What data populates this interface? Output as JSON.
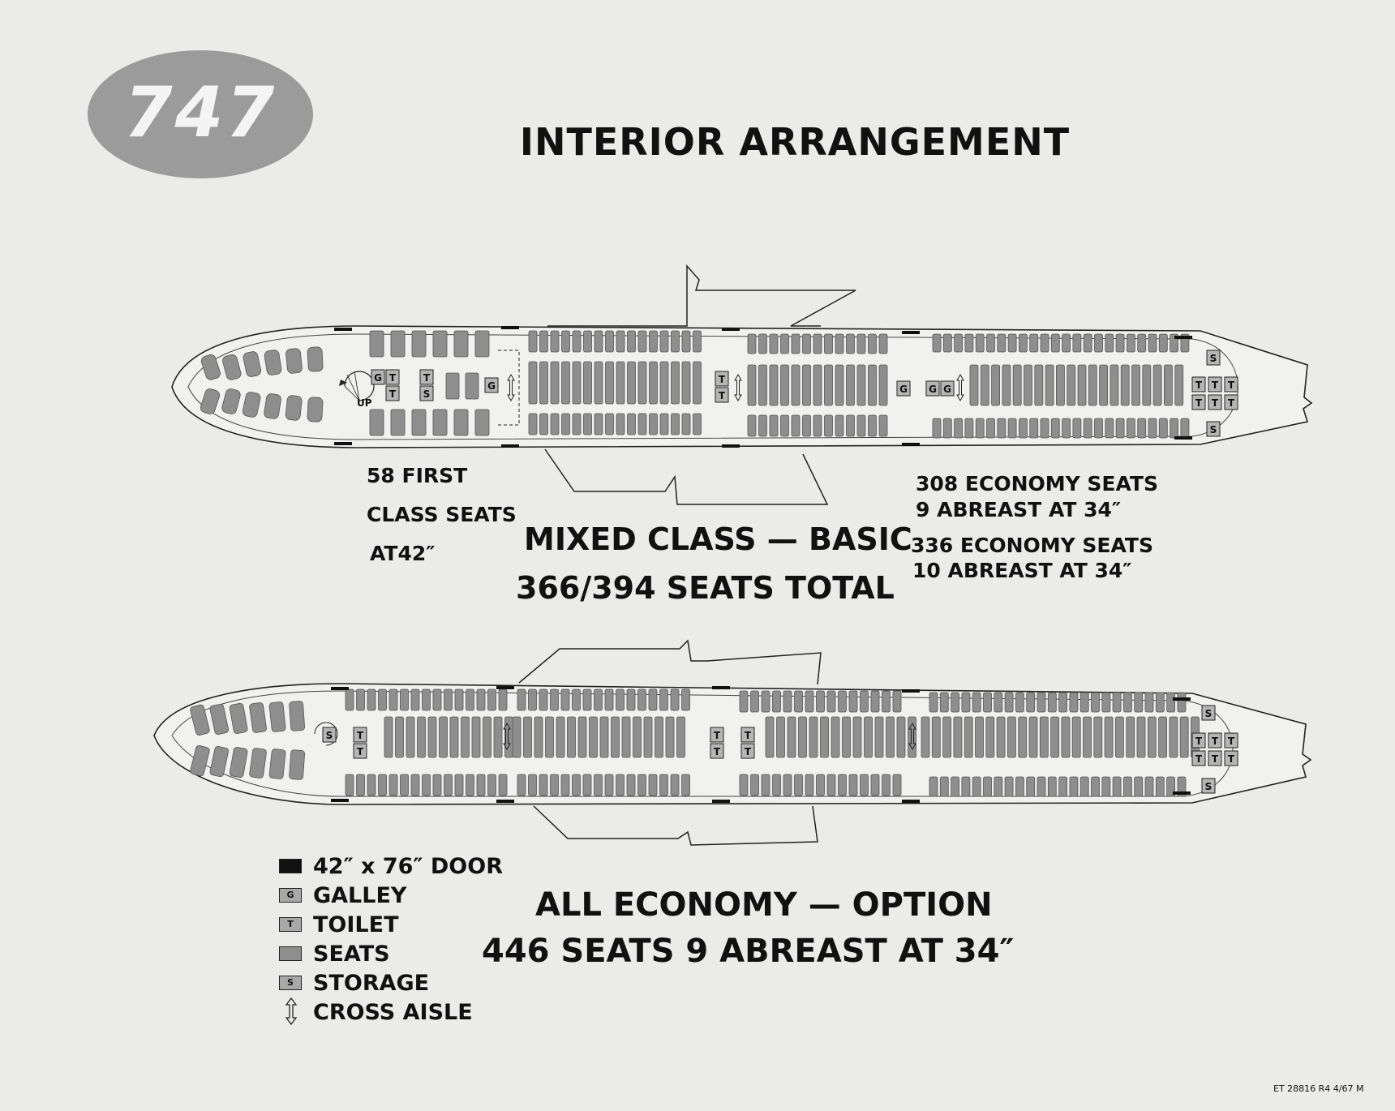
{
  "badge": "747",
  "title": "INTERIOR ARRANGEMENT",
  "mixed": {
    "first_class_lines": [
      "58 FIRST",
      "CLASS SEATS",
      "AT42″"
    ],
    "heading_lines": [
      "MIXED CLASS — BASIC",
      "366/394 SEATS TOTAL"
    ],
    "economy_9_lines": [
      "308 ECONOMY SEATS",
      "9 ABREAST AT 34″"
    ],
    "economy_10_lines": [
      "336 ECONOMY SEATS",
      "10 ABREAST AT 34″"
    ],
    "stair_label": "UP"
  },
  "economy_option": {
    "heading_lines": [
      "ALL ECONOMY — OPTION",
      "446 SEATS 9 ABREAST AT 34″"
    ]
  },
  "legend": [
    {
      "symbol": "door",
      "label": "42″ x 76″ DOOR"
    },
    {
      "symbol": "galley",
      "letter": "G",
      "label": "GALLEY"
    },
    {
      "symbol": "toilet",
      "letter": "T",
      "label": "TOILET"
    },
    {
      "symbol": "seats",
      "label": "SEATS"
    },
    {
      "symbol": "storage",
      "letter": "S",
      "label": "STORAGE"
    },
    {
      "symbol": "cross-aisle",
      "label": "CROSS AISLE"
    }
  ],
  "doc_code": "ET 28816 R4 4/67 M",
  "colors": {
    "background": "#ebebea",
    "seat": "#8e8e8e",
    "badge": "#9b9b9b",
    "ink": "#111111"
  }
}
